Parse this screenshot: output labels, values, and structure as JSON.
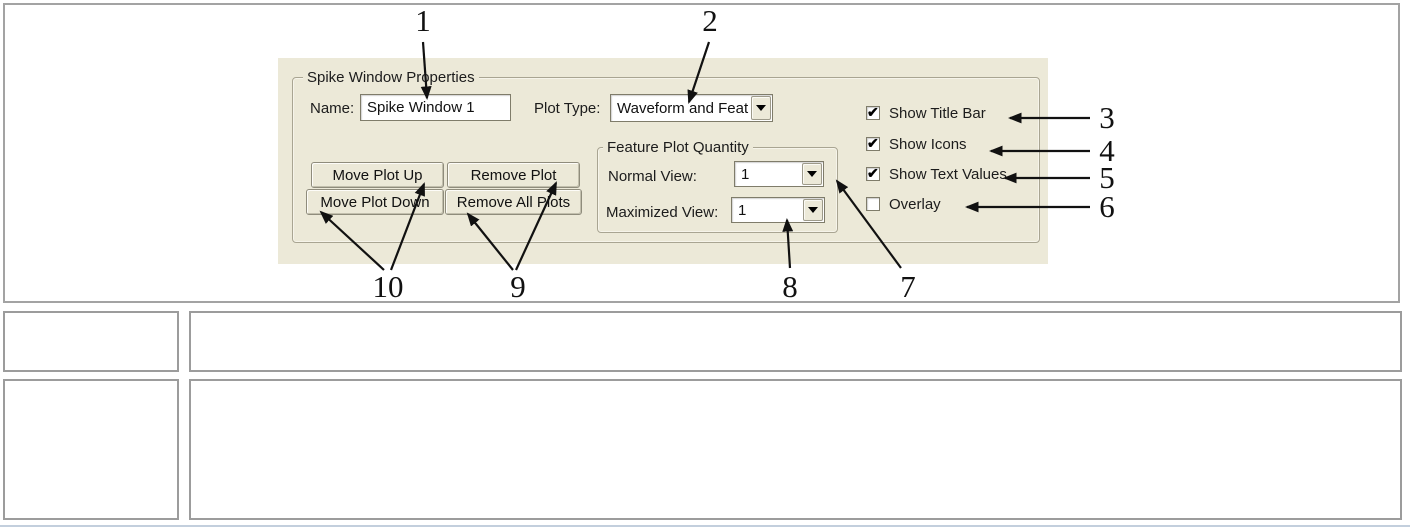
{
  "figure": {
    "dialog": {
      "title": "Spike Window Properties",
      "name": {
        "label": "Name:",
        "value": "Spike Window 1"
      },
      "plot_type": {
        "label": "Plot Type:",
        "value": "Waveform and Feat"
      },
      "buttons": {
        "move_plot_up": "Move Plot Up",
        "remove_plot": "Remove Plot",
        "move_plot_down": "Move Plot Down",
        "remove_all_plots": "Remove All Plots"
      },
      "feature_plot_quantity": {
        "title": "Feature Plot Quantity",
        "normal_view": {
          "label": "Normal View:",
          "value": "1"
        },
        "maximized_view": {
          "label": "Maximized View:",
          "value": "1"
        }
      },
      "checkboxes": [
        {
          "label": "Show Title Bar",
          "checked": true
        },
        {
          "label": "Show Icons",
          "checked": true
        },
        {
          "label": "Show Text Values",
          "checked": true
        },
        {
          "label": "Overlay",
          "checked": false
        }
      ]
    },
    "callouts": {
      "c1": "1",
      "c2": "2",
      "c3": "3",
      "c4": "4",
      "c5": "5",
      "c6": "6",
      "c7": "7",
      "c8": "8",
      "c9": "9",
      "c10": "10"
    }
  },
  "colors": {
    "dialog_bg": "#ece9d8",
    "frame_gray": "#a3a3a3",
    "arrow_black": "#111111"
  },
  "table": {
    "rows": [
      {
        "cells": [
          "",
          ""
        ]
      },
      {
        "cells": [
          "",
          ""
        ]
      }
    ]
  }
}
